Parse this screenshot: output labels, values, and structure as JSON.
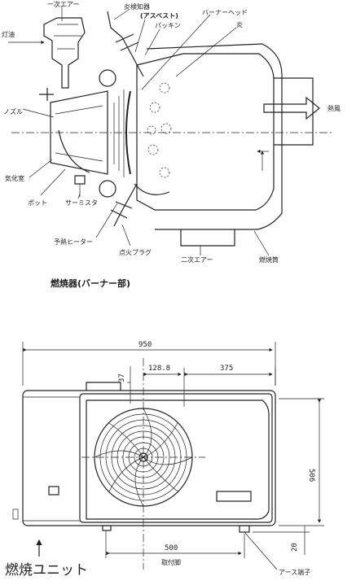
{
  "top_labels": {
    "primary_air": "一次エアー",
    "flame_detector": "炎検知器",
    "asbestos": "(アスベスト)",
    "burner_head": "バーナーヘッド",
    "packing": "パッキン",
    "flame": "炎",
    "kerosene": "灯油",
    "nozzle": "ノズル",
    "hot_air": "熱風",
    "vaporizing_chamber": "気化室",
    "pot": "ポット",
    "thermistor": "サーミスタ",
    "preheat_heater": "予熱ヒーター",
    "ignition_plug": "点火プラグ",
    "secondary_air": "二次エアー",
    "combustion_chamber": "燃焼筒"
  },
  "top_caption": "燃焼器(バーナー部)",
  "dimensions": {
    "width": "950",
    "offset_a": "128.8",
    "offset_b": "375",
    "top_gap": "37",
    "height": "506",
    "base_gap": "20",
    "foot_span": "500",
    "foot_label": "取付脚",
    "earth_label": "アース端子"
  },
  "bottom_caption": "燃焼ユニット"
}
